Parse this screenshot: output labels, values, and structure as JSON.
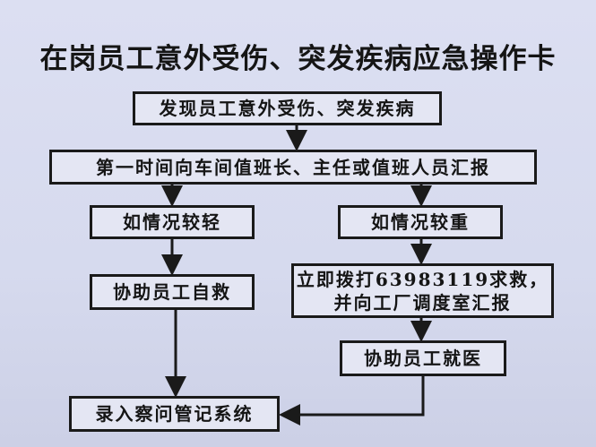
{
  "title": "在岗员工意外受伤、突发疾病应急操作卡",
  "steps": {
    "discover": "发现员工意外受伤、突发疾病",
    "report": "第一时间向车间值班长、主任或值班人员汇报",
    "minor": "如情况较轻",
    "serious": "如情况较重",
    "self_rescue": "协助员工自救",
    "call_line1": "立即拨打63983119求救，",
    "call_line2": "并向工厂调度室汇报",
    "medical": "协助员工就医",
    "record": "录入察问管记系统"
  },
  "colors": {
    "background": "#d8dcef",
    "line": "#1a1a1a"
  }
}
